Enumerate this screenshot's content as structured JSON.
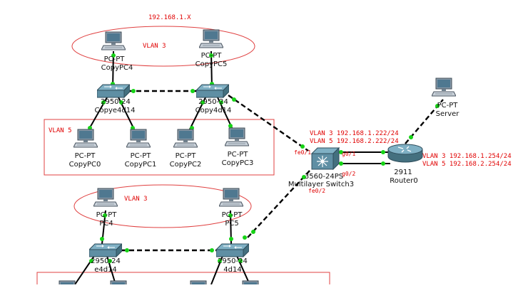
{
  "annotations": {
    "top_subnet": "192.168.1.X",
    "vlan3_top": "VLAN 3",
    "vlan5_mid": "VLAN 5",
    "vlan3_bottom": "VLAN 3",
    "ml_vlan3": "VLAN 3 192.168.1.222/24",
    "ml_vlan5": "VLAN 5 192.168.2.222/24",
    "r_vlan3": "VLAN 3 192.168.1.254/24",
    "r_vlan5": "VLAN 5 192.168.2.254/24"
  },
  "ports": {
    "fe0_1": "fe0/1",
    "g0_1": "g0/1",
    "g0_2": "g0/2",
    "fe0_2": "fe0/2"
  },
  "devices": {
    "copypc4": {
      "type": "PC-PT",
      "name": "CopyPC4"
    },
    "copypc5": {
      "type": "PC-PT",
      "name": "CopyPC5"
    },
    "copye4d14": {
      "type": "2950-24",
      "name": "Copye4d14"
    },
    "copy4d14": {
      "type": "2950-24",
      "name": "Copy4d14"
    },
    "copypc0": {
      "type": "PC-PT",
      "name": "CopyPC0"
    },
    "copypc1": {
      "type": "PC-PT",
      "name": "CopyPC1"
    },
    "copypc2": {
      "type": "PC-PT",
      "name": "CopyPC2"
    },
    "copypc3": {
      "type": "PC-PT",
      "name": "CopyPC3"
    },
    "mlswitch": {
      "type": "3560-24PS",
      "name": "Multilayer Switch3"
    },
    "router": {
      "type": "2911",
      "name": "Router0"
    },
    "server": {
      "type": "PC-PT",
      "name": "Server"
    },
    "pc4": {
      "type": "PC-PT",
      "name": "PC4"
    },
    "pc5": {
      "type": "PC-PT",
      "name": "PC5"
    },
    "e4d14": {
      "type": "2950-24",
      "name": "e4d14"
    },
    "d14": {
      "type": "2950-24",
      "name": "4d14"
    }
  },
  "colors": {
    "annotation": "#e00000",
    "link_light": "#16d316",
    "switch_body": "#5f8fa4",
    "vlan_box": "#e04040"
  }
}
